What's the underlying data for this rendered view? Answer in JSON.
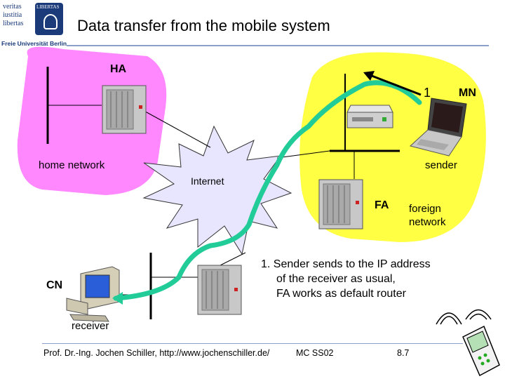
{
  "slide": {
    "title": "Data transfer from the mobile system",
    "logo": {
      "words": [
        "veritas",
        "iustitia",
        "libertas"
      ],
      "university": "Freie Universität Berlin",
      "seal_text": "LIBERTAS"
    }
  },
  "diagram": {
    "ha_label": "HA",
    "mn_label": "MN",
    "fa_label": "FA",
    "cn_label": "CN",
    "step_number": "1",
    "home_network_label": "home network",
    "internet_label": "Internet",
    "foreign_network_label": [
      "foreign",
      "network"
    ],
    "sender_label": "sender",
    "receiver_label": "receiver",
    "colors": {
      "home_network": "#ff88ff",
      "foreign_network": "#ffff44",
      "internet_cloud": "#e8e6ff",
      "path": "#22cc99"
    }
  },
  "caption": {
    "lines": [
      "1. Sender sends to the IP address",
      "of the receiver as usual,",
      "FA works as default router"
    ]
  },
  "footer": {
    "author": "Prof. Dr.-Ing. Jochen Schiller, http://www.jochenschiller.de/",
    "course": "MC SS02",
    "page": "8.7"
  }
}
